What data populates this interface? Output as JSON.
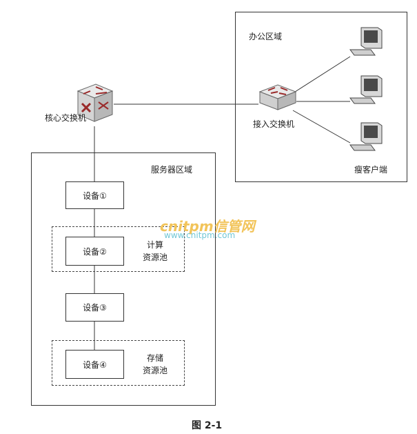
{
  "core_switch": {
    "label": "核心交换机",
    "icon": "core-switch-icon"
  },
  "office_zone": {
    "title": "办公区域",
    "access_switch": {
      "label": "接入交换机",
      "icon": "access-switch-icon"
    },
    "clients": [
      {
        "icon": "pc-icon"
      },
      {
        "icon": "pc-icon"
      },
      {
        "icon": "pc-icon"
      }
    ],
    "client_label": "瘦客户端"
  },
  "server_zone": {
    "title": "服务器区域",
    "devices": [
      "设备①",
      "设备②",
      "设备③",
      "设备④"
    ],
    "compute_pool": {
      "line1": "计算",
      "line2": "资源池"
    },
    "storage_pool": {
      "line1": "存储",
      "line2": "资源池"
    }
  },
  "watermark": {
    "brand": "cnitpm信管网",
    "url": "www.cnitpm.com"
  },
  "caption": "图 2-1"
}
